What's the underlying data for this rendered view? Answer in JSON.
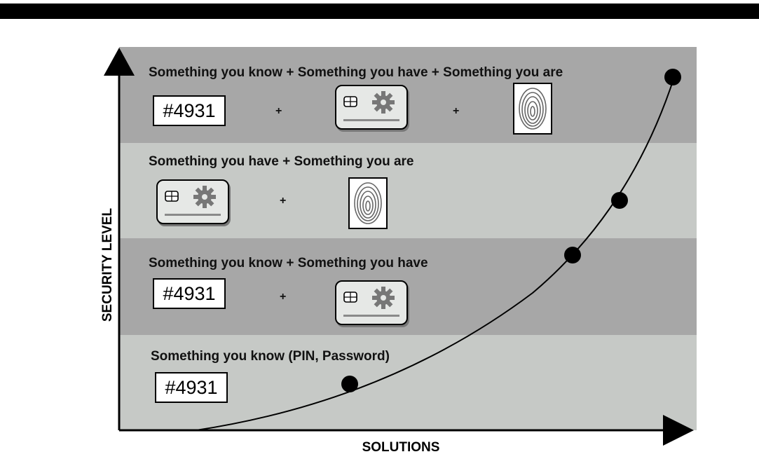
{
  "axes": {
    "y_label": "SECURITY LEVEL",
    "x_label": "SOLUTIONS"
  },
  "levels": [
    {
      "label": "Something you know + Something you have + Something you are",
      "pin": "#4931",
      "plus": [
        "+",
        "+"
      ]
    },
    {
      "label": "Something you have + Something you are",
      "plus": [
        "+"
      ]
    },
    {
      "label": "Something you know + Something you have",
      "pin": "#4931",
      "plus": [
        "+"
      ]
    },
    {
      "label": "Something you know (PIN, Password)",
      "pin": "#4931"
    }
  ],
  "icons": {
    "card": "smart-card-icon",
    "fingerprint": "fingerprint-icon",
    "chip": "chip-icon",
    "gear": "gear-icon"
  }
}
